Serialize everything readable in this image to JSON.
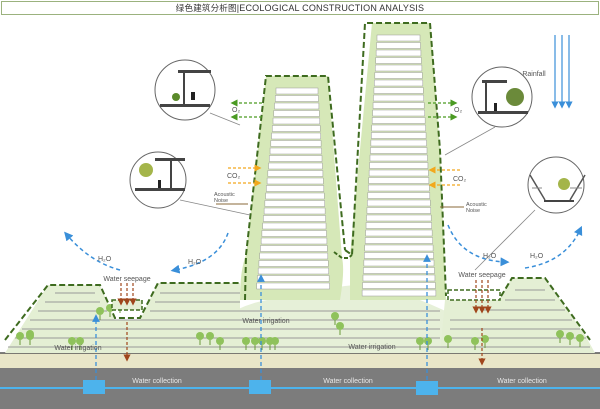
{
  "title": {
    "chinese": "绿色建筑分析图",
    "separator": "|",
    "english": "ECOLOGICAL CONSTRUCTION ANALYSIS"
  },
  "labels": {
    "rainfall": "Rainfall",
    "o2_left": "O₂",
    "o2_right": "O₂",
    "co2_left": "CO₂",
    "co2_right": "CO₂",
    "acoustic_left_1": "Acoustic",
    "acoustic_left_2": "Noise",
    "acoustic_right_1": "Acoustic",
    "acoustic_right_2": "Noise",
    "h2o_1": "H₂O",
    "h2o_2": "H₂O",
    "h2o_3": "H₂O",
    "h2o_4": "H₂O",
    "seepage_left": "Water seepage",
    "seepage_right": "Water seepage",
    "irrigation_1": "Water irrigation",
    "irrigation_2": "Water irrigation",
    "irrigation_3": "Water irrigation",
    "collection_1": "Water collection",
    "collection_2": "Water collection",
    "collection_3": "Water collection"
  },
  "colors": {
    "green_fill": "#d6e8b8",
    "green_dash": "#3e6b1f",
    "water_blue": "#3a8fd9",
    "seepage_brown": "#a0461c",
    "co2_orange": "#f2a81d",
    "ground_tan": "#e9e6c8",
    "underground_gray": "#7c7c7c",
    "tank_blue": "#4db3ec"
  }
}
